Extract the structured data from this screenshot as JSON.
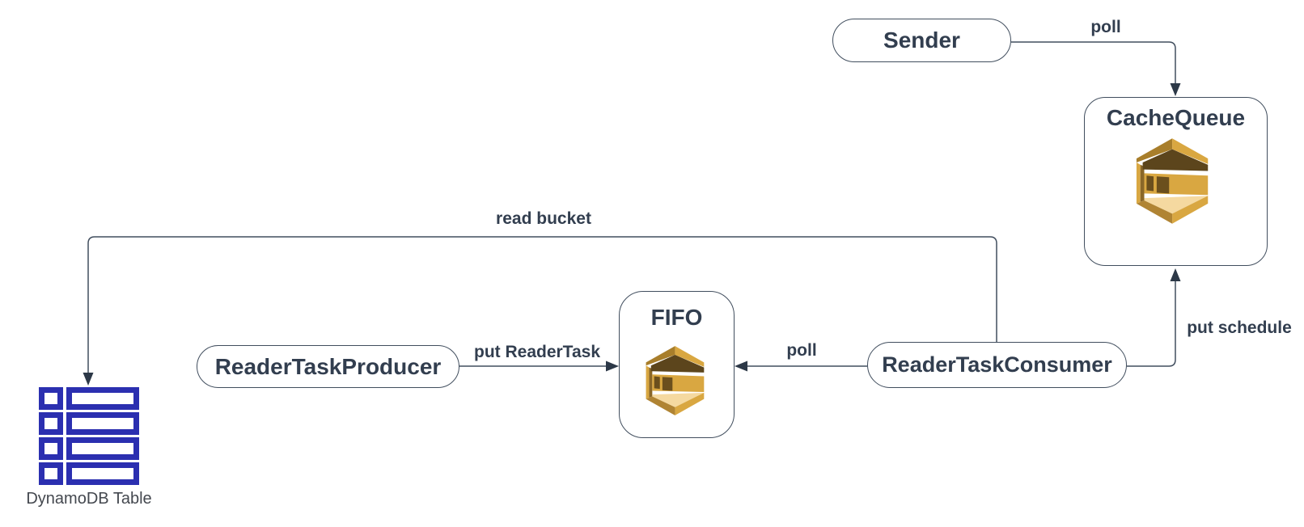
{
  "diagram": {
    "nodes": [
      {
        "id": "sender",
        "label": "Sender",
        "shape": "pill"
      },
      {
        "id": "cachequeue",
        "label": "CacheQueue",
        "shape": "rounded-box",
        "icon": "sqs-queue-icon"
      },
      {
        "id": "fifo",
        "label": "FIFO",
        "shape": "rounded-box",
        "icon": "sqs-queue-icon"
      },
      {
        "id": "readertaskproducer",
        "label": "ReaderTaskProducer",
        "shape": "pill"
      },
      {
        "id": "readertaskconsumer",
        "label": "ReaderTaskConsumer",
        "shape": "pill"
      },
      {
        "id": "dynamodb-table",
        "label": "DynamoDB Table",
        "shape": "icon",
        "icon": "dynamodb-table-icon"
      }
    ],
    "edges": [
      {
        "from": "sender",
        "to": "cachequeue",
        "label": "poll"
      },
      {
        "from": "readertaskconsumer",
        "to": "dynamodb-table",
        "label": "read bucket"
      },
      {
        "from": "readertaskproducer",
        "to": "fifo",
        "label": "put ReaderTask"
      },
      {
        "from": "readertaskconsumer",
        "to": "fifo",
        "label": "poll"
      },
      {
        "from": "readertaskconsumer",
        "to": "cachequeue",
        "label": "put schedule"
      }
    ],
    "colors": {
      "canvas-bg": "#ffffff",
      "stroke": "#414e5e",
      "text": "#323e4f",
      "arrow": "#2c3847",
      "label-muted": "#44484f",
      "sqs-gold": "#d9a741",
      "sqs-gold-dark": "#a87e2b",
      "sqs-gold-deep": "#5c451c",
      "sqs-gold-mid": "#b08433",
      "sqs-gold-shadow": "#8a6728",
      "sqs-gold-light": "#f5d9a0",
      "sqs-msg": "#6b4f1d",
      "dynamodb-blue": "#2b2fb0"
    }
  }
}
